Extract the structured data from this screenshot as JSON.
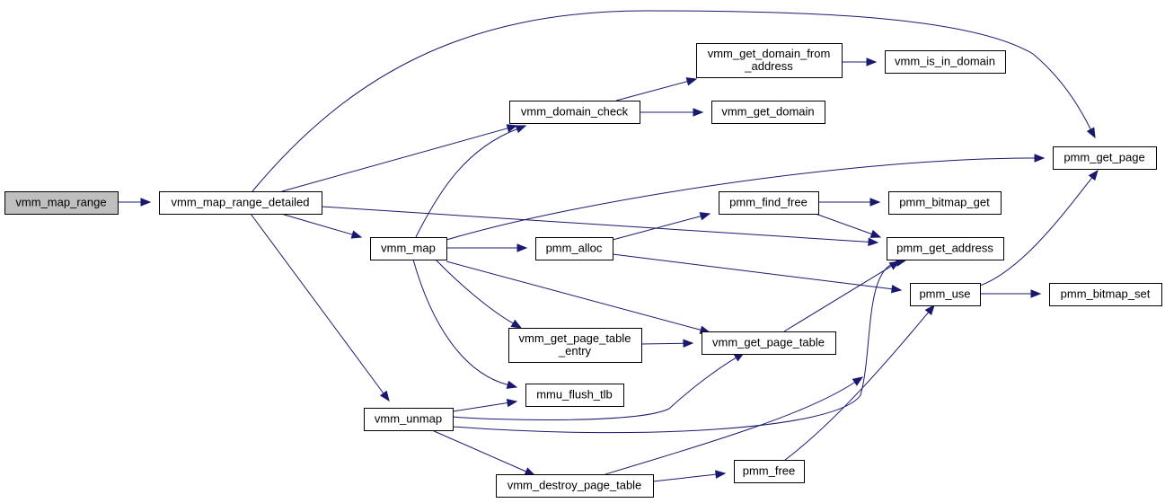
{
  "graph": {
    "nodes": [
      {
        "id": "vmm_map_range",
        "lines": [
          "vmm_map_range"
        ],
        "root": true
      },
      {
        "id": "vmm_map_range_detailed",
        "lines": [
          "vmm_map_range_detailed"
        ]
      },
      {
        "id": "vmm_domain_check",
        "lines": [
          "vmm_domain_check"
        ]
      },
      {
        "id": "vmm_get_domain_from_address",
        "lines": [
          "vmm_get_domain_from",
          "_address"
        ]
      },
      {
        "id": "vmm_is_in_domain",
        "lines": [
          "vmm_is_in_domain"
        ]
      },
      {
        "id": "vmm_get_domain",
        "lines": [
          "vmm_get_domain"
        ]
      },
      {
        "id": "pmm_get_page",
        "lines": [
          "pmm_get_page"
        ]
      },
      {
        "id": "pmm_find_free",
        "lines": [
          "pmm_find_free"
        ]
      },
      {
        "id": "pmm_bitmap_get",
        "lines": [
          "pmm_bitmap_get"
        ]
      },
      {
        "id": "vmm_map",
        "lines": [
          "vmm_map"
        ]
      },
      {
        "id": "pmm_alloc",
        "lines": [
          "pmm_alloc"
        ]
      },
      {
        "id": "pmm_get_address",
        "lines": [
          "pmm_get_address"
        ]
      },
      {
        "id": "pmm_use",
        "lines": [
          "pmm_use"
        ]
      },
      {
        "id": "pmm_bitmap_set",
        "lines": [
          "pmm_bitmap_set"
        ]
      },
      {
        "id": "vmm_get_page_table_entry",
        "lines": [
          "vmm_get_page_table",
          "_entry"
        ]
      },
      {
        "id": "vmm_get_page_table",
        "lines": [
          "vmm_get_page_table"
        ]
      },
      {
        "id": "mmu_flush_tlb",
        "lines": [
          "mmu_flush_tlb"
        ]
      },
      {
        "id": "vmm_unmap",
        "lines": [
          "vmm_unmap"
        ]
      },
      {
        "id": "pmm_free",
        "lines": [
          "pmm_free"
        ]
      },
      {
        "id": "vmm_destroy_page_table",
        "lines": [
          "vmm_destroy_page_table"
        ]
      }
    ],
    "edges": [
      {
        "from": "vmm_map_range",
        "to": "vmm_map_range_detailed"
      },
      {
        "from": "vmm_map_range_detailed",
        "to": "pmm_get_page"
      },
      {
        "from": "vmm_map_range_detailed",
        "to": "vmm_domain_check"
      },
      {
        "from": "vmm_map_range_detailed",
        "to": "vmm_map"
      },
      {
        "from": "vmm_map_range_detailed",
        "to": "pmm_get_address"
      },
      {
        "from": "vmm_map_range_detailed",
        "to": "vmm_unmap"
      },
      {
        "from": "vmm_domain_check",
        "to": "vmm_get_domain_from_address"
      },
      {
        "from": "vmm_domain_check",
        "to": "vmm_get_domain"
      },
      {
        "from": "vmm_get_domain_from_address",
        "to": "vmm_is_in_domain"
      },
      {
        "from": "vmm_map",
        "to": "vmm_domain_check"
      },
      {
        "from": "vmm_map",
        "to": "pmm_get_page"
      },
      {
        "from": "vmm_map",
        "to": "pmm_alloc"
      },
      {
        "from": "vmm_map",
        "to": "vmm_get_page_table_entry"
      },
      {
        "from": "vmm_map",
        "to": "vmm_get_page_table"
      },
      {
        "from": "vmm_map",
        "to": "mmu_flush_tlb"
      },
      {
        "from": "pmm_alloc",
        "to": "pmm_find_free"
      },
      {
        "from": "pmm_alloc",
        "to": "pmm_use"
      },
      {
        "from": "pmm_find_free",
        "to": "pmm_bitmap_get"
      },
      {
        "from": "pmm_find_free",
        "to": "pmm_get_address"
      },
      {
        "from": "pmm_use",
        "to": "pmm_get_page"
      },
      {
        "from": "pmm_use",
        "to": "pmm_bitmap_set"
      },
      {
        "from": "vmm_get_page_table_entry",
        "to": "vmm_get_page_table"
      },
      {
        "from": "vmm_get_page_table",
        "to": "pmm_get_address"
      },
      {
        "from": "vmm_unmap",
        "to": "mmu_flush_tlb"
      },
      {
        "from": "vmm_unmap",
        "to": "vmm_get_page_table"
      },
      {
        "from": "vmm_unmap",
        "to": "pmm_get_address"
      },
      {
        "from": "vmm_unmap",
        "to": "vmm_destroy_page_table"
      },
      {
        "from": "vmm_destroy_page_table",
        "to": "pmm_free"
      },
      {
        "from": "vmm_destroy_page_table",
        "to": "pmm_get_address"
      },
      {
        "from": "pmm_free",
        "to": "pmm_use"
      }
    ]
  },
  "colors": {
    "edge": "#191970",
    "root_fill": "#bfbfbf",
    "node_fill": "#ffffff",
    "node_border": "#000000"
  }
}
